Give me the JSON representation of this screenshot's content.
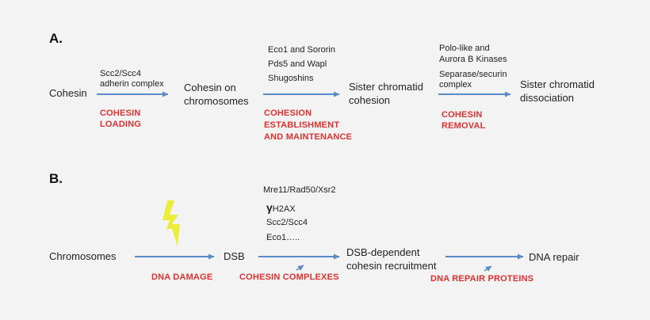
{
  "panel_a": {
    "label": "A.",
    "cohesin": "Cohesin",
    "scc_label": "Scc2/Scc4\nadherin complex",
    "cohesin_loading": "COHESIN\nLOADING",
    "cohesin_on_chromosomes": "Cohesin on\nchromosomes",
    "factors_line1": "Eco1 and Sororin",
    "factors_line2": "Pds5 and Wapl",
    "factors_line3": "Shugoshins",
    "establishment": "COHESION\nESTABLISHMENT\nAND MAINTENANCE",
    "sister_cohesion": "Sister chromatid\ncohesion",
    "kinases": "Polo-like and\nAurora B Kinases",
    "separase": "Separase/securin\ncomplex",
    "removal": "COHESIN\nREMOVAL",
    "dissociation": "Sister chromatid\ndissociation"
  },
  "panel_b": {
    "label": "B.",
    "chromosomes": "Chromosomes",
    "dna_damage": "DNA DAMAGE",
    "dsb": "DSB",
    "f1": "Mre11/Rad50/Xsr2",
    "f2_symbol": "γ",
    "f2_text": "H2AX",
    "f3": "Scc2/Scc4",
    "f4": "Eco1…..",
    "complexes": "COHESIN COMPLEXES",
    "recruitment": "DSB-dependent\ncohesin recruitment",
    "repair_proteins": "DNA REPAIR PROTEINS",
    "dna_repair": "DNA repair"
  },
  "colors": {
    "arrow": "#5b8ac9",
    "red_label": "#e03030",
    "lightning": "#ecec3a"
  },
  "icons": {
    "lightning": "lightning-bolt-icon"
  }
}
